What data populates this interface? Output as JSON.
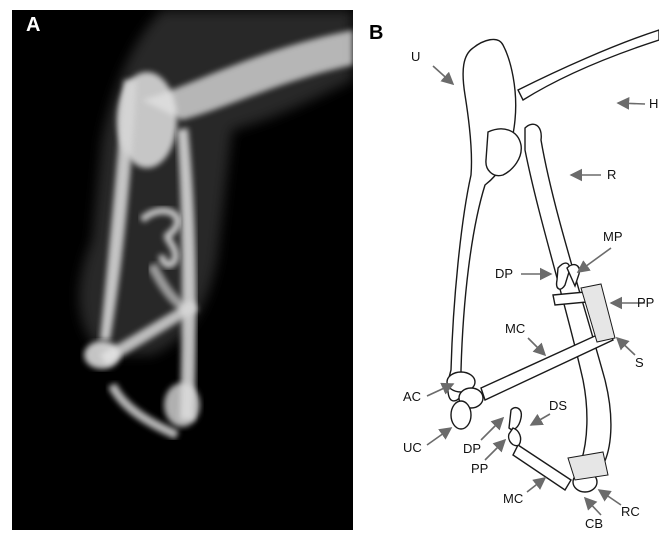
{
  "panels": {
    "a": {
      "letter": "A"
    },
    "b": {
      "letter": "B"
    }
  },
  "labels": {
    "U": "U",
    "H": "H",
    "R": "R",
    "MP": "MP",
    "DP_top": "DP",
    "PP_top": "PP",
    "MC_upper": "MC",
    "S": "S",
    "AC": "AC",
    "DS": "DS",
    "UC": "UC",
    "DP_low": "DP",
    "PP_low": "PP",
    "MC_low": "MC",
    "RC": "RC",
    "CB": "CB"
  },
  "colors": {
    "xray_background": "#000000",
    "bone_glow": "#d9d9d9",
    "line_art": "#1a1a1a",
    "arrow": "#6b6b6b"
  }
}
